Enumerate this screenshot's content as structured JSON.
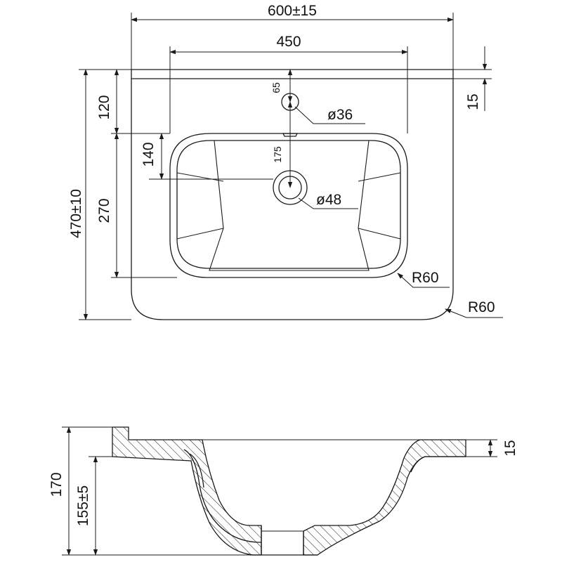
{
  "top_view": {
    "overall_width": "600±15",
    "inner_width": "450",
    "overall_depth": "470±10",
    "front_to_basin": "120",
    "basin_depth": "270",
    "basin_to_drain": "140",
    "tap_hole_offset": "65",
    "drain_to_tap": "175",
    "tap_hole_diameter": "ø36",
    "drain_diameter": "ø48",
    "basin_radius": "R60",
    "outer_radius": "R60",
    "rim_thickness": "15"
  },
  "side_view": {
    "total_height": "170",
    "basin_height": "155±5",
    "rim_thickness": "15"
  },
  "colors": {
    "line": "#1a1a1a",
    "background": "#ffffff"
  }
}
